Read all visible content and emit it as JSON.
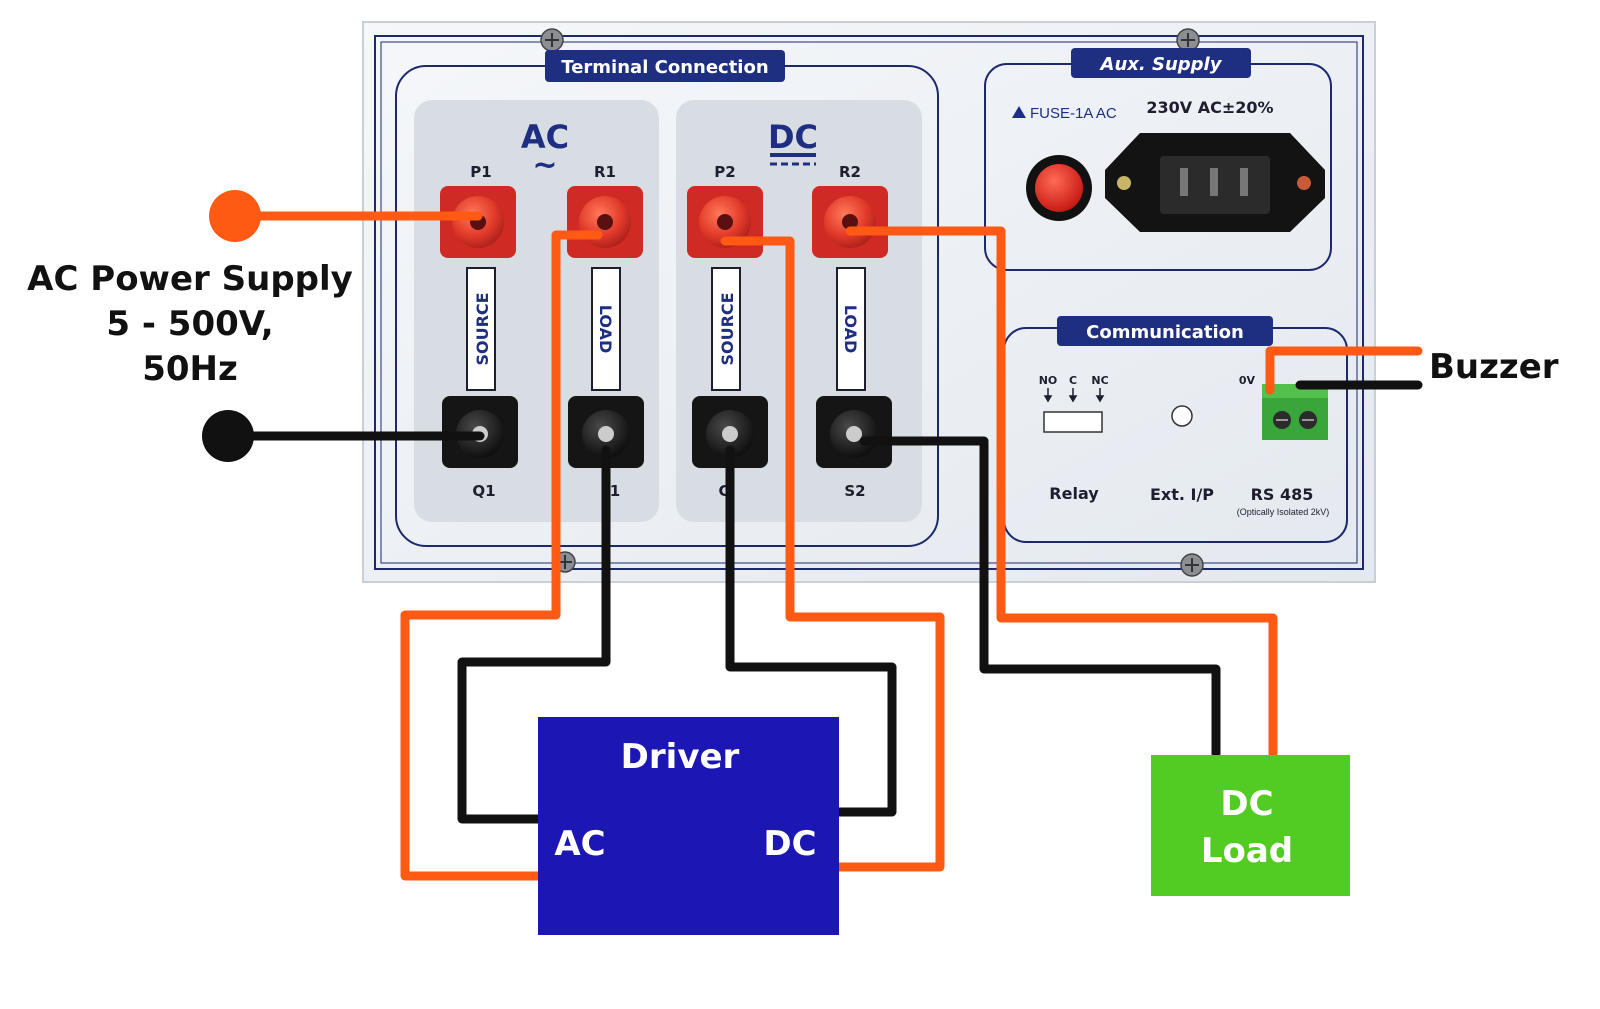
{
  "panel": {
    "terminal_title": "Terminal Connection",
    "ac_label": "AC",
    "ac_symbol": "~",
    "dc_label": "DC",
    "terminals_top": [
      "P1",
      "R1",
      "P2",
      "R2"
    ],
    "terminals_bottom": [
      "Q1",
      "1",
      "C",
      "S2"
    ],
    "strips": [
      "SOURCE",
      "LOAD",
      "SOURCE",
      "LOAD"
    ],
    "aux_title": "Aux. Supply",
    "fuse_label": "FUSE-1A AC",
    "voltage_label": "230V AC±20%",
    "comm_title": "Communication",
    "relay_pins": [
      "NO",
      "C",
      "NC"
    ],
    "relay_label": "Relay",
    "ext_label": "Ext. I/P",
    "rs485_label": "RS 485",
    "rs485_sub": "(Optically Isolated 2kV)",
    "rs485_pin": "0V"
  },
  "external": {
    "ac_supply_line1": "AC Power Supply",
    "ac_supply_line2": "5 - 500V,",
    "ac_supply_line3": "50Hz",
    "buzzer": "Buzzer"
  },
  "driver": {
    "title": "Driver",
    "ac_port": "AC",
    "dc_port": "DC"
  },
  "dc_load": {
    "line1": "DC",
    "line2": "Load"
  },
  "colors": {
    "wire_red": "#ff5a14",
    "wire_black": "#111111",
    "panel_bg": "#eef2f6",
    "panel_border": "#1c2a6b",
    "label_navy": "#1e2f82",
    "driver_blue": "#1c16b4",
    "load_green": "#52cc22",
    "red_terminal": "#d62a24",
    "black_terminal": "#151515"
  }
}
